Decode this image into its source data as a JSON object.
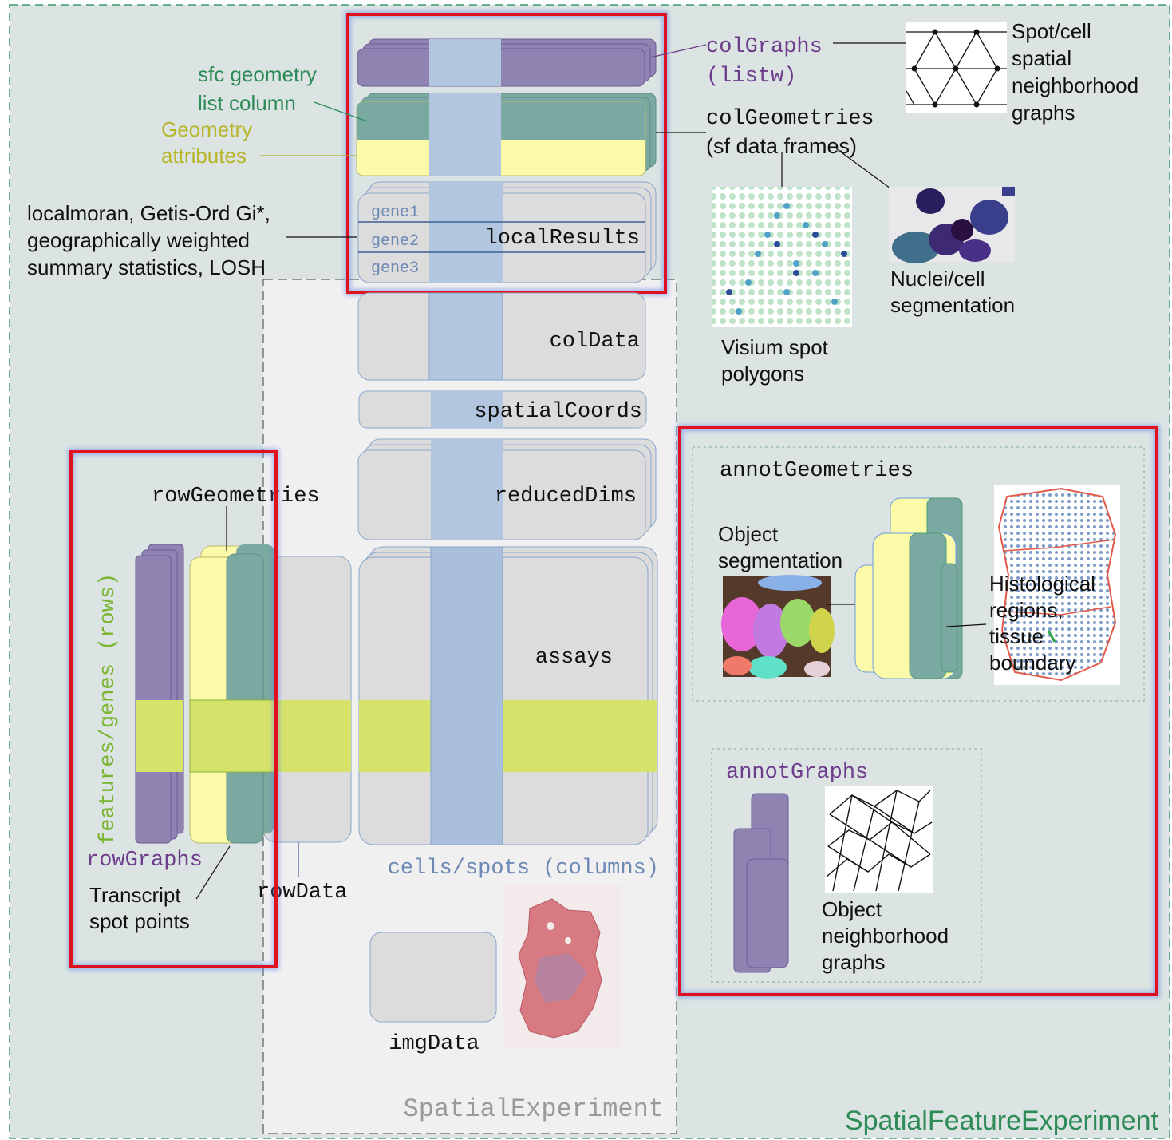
{
  "colors": {
    "sfe_bg": "#dbe4e3",
    "se_bg": "#f0f0f0",
    "purple": "#8f84b1",
    "purple_text": "#6e3c8c",
    "teal": "#7aa9a1",
    "yellow": "#fafaa8",
    "blue": "#a9bfdc",
    "lime": "#d5e36a",
    "grey_box": "#dcdcdc",
    "highlight_red": "#e0101e",
    "highlight_blue": "#5f86e8",
    "green_text": "#2e8b57",
    "olive_text": "#b7b52a",
    "lime_text": "#7ab52f",
    "blue_text": "#6c88b5"
  },
  "containers": {
    "sfe": "SpatialFeatureExperiment",
    "se": "SpatialExperiment"
  },
  "col_side": {
    "col_graphs": [
      "colGraphs",
      "(listw)"
    ],
    "spot_graphs": [
      "Spot/cell",
      "spatial",
      "neighborhood",
      "graphs"
    ],
    "sfc_geometry": [
      "sfc geometry",
      "list column"
    ],
    "geometry_attributes": [
      "Geometry",
      "attributes"
    ],
    "col_geometries": [
      "colGeometries",
      "(sf data frames)"
    ],
    "local_methods": [
      "localmoran, Getis-Ord Gi*,",
      "geographically weighted",
      "summary statistics, LOSH"
    ],
    "genes": [
      "gene1",
      "gene2",
      "gene3"
    ],
    "local_results": "localResults",
    "visium_polygons": [
      "Visium spot",
      "polygons"
    ],
    "nuclei_segmentation": [
      "Nuclei/cell",
      "segmentation"
    ]
  },
  "se_slots": {
    "col_data": "colData",
    "spatial_coords": "spatialCoords",
    "reduced_dims": "reducedDims",
    "assays": "assays",
    "cells_spots": "cells/spots (columns)",
    "img_data": "imgData",
    "row_data": "rowData"
  },
  "row_side": {
    "row_geometries": "rowGeometries",
    "features_genes": "features/genes (rows)",
    "row_graphs": "rowGraphs",
    "transcript_points": [
      "Transcript",
      "spot points"
    ]
  },
  "annot": {
    "annot_geometries": "annotGeometries",
    "object_segmentation": [
      "Object",
      "segmentation"
    ],
    "histological": [
      "Histological",
      "regions,",
      "tissue",
      "boundary"
    ],
    "annot_graphs": "annotGraphs",
    "object_graphs": [
      "Object",
      "neighborhood",
      "graphs"
    ]
  }
}
